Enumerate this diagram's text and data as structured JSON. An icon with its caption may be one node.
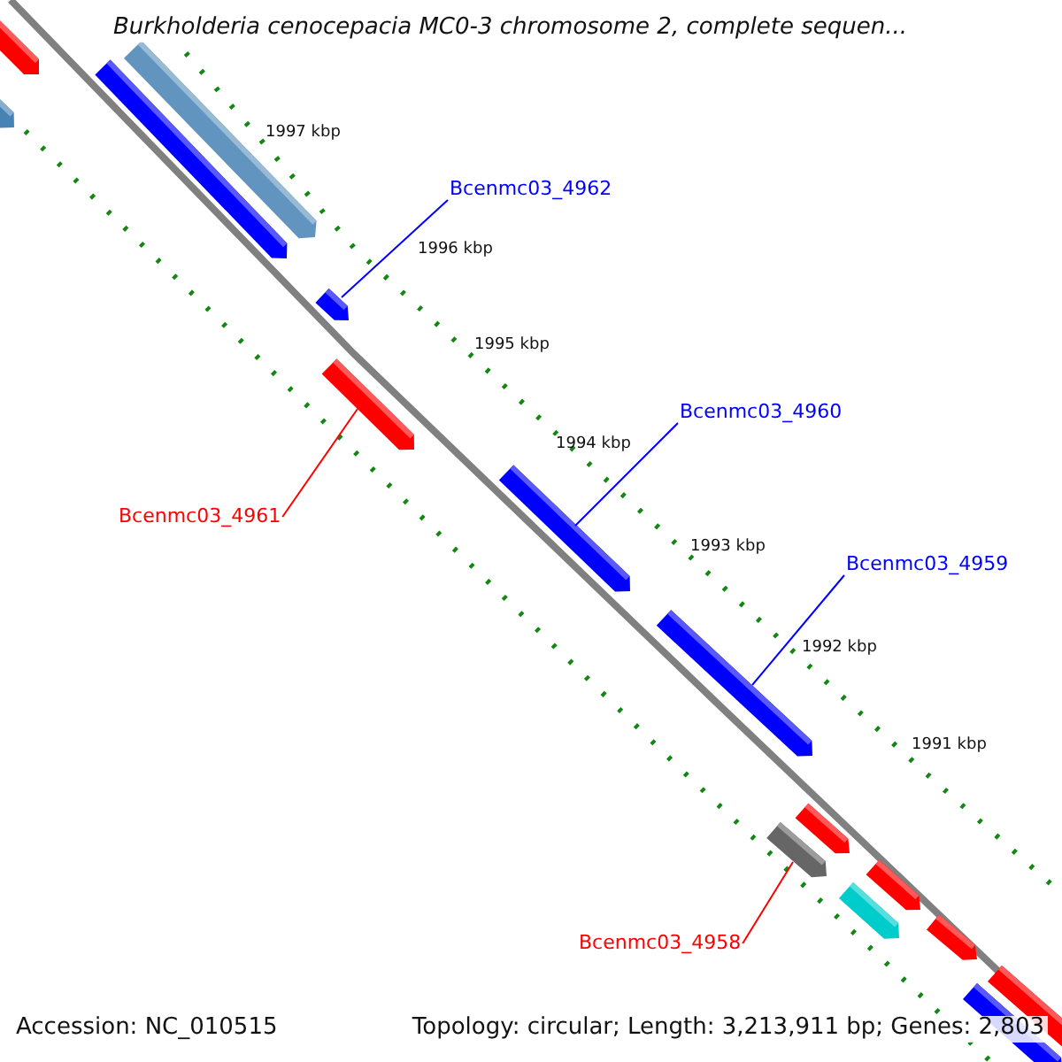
{
  "diagram": {
    "title": "Burkholderia cenocepacia MC0-3 chromosome 2, complete sequen...",
    "nodes": [
      {
        "text": [
          "Bcenmc03_4962"
        ]
      },
      {
        "text": [],
        "shape": "bar"
      },
      {
        "text": [
          "Bcenmc03_4961"
        ]
      },
      {
        "text": [],
        "shape": "bar"
      },
      {
        "text": [
          "Bcenmc03_4960"
        ]
      },
      {
        "text": [],
        "shape": "bar"
      },
      {
        "text": [
          "Bcenmc03_4959"
        ]
      },
      {
        "text": [],
        "shape": "bar"
      },
      {
        "text": [
          "Bcenmc03_4958"
        ]
      },
      {
        "text": [],
        "shape": "bar"
      },
      {
        "text": [],
        "shape": "bar"
      },
      {
        "text": [],
        "shape": "bar"
      },
      {
        "text": [],
        "shape": "bar"
      },
      {
        "text": [],
        "shape": "bar"
      },
      {
        "text": [],
        "shape": "bar"
      },
      {
        "text": [],
        "shape": "bar"
      },
      {
        "text": [],
        "shape": "bar"
      },
      {
        "text": [],
        "shape": "bar"
      },
      {
        "text": [],
        "shape": "bar"
      },
      {
        "text": [],
        "shape": "bar"
      }
    ],
    "edges": [
      {
        "from": 0,
        "to": 1,
        "arrow": "none"
      },
      {
        "from": 2,
        "to": 3,
        "arrow": "none",
        "color": "#ff0000"
      },
      {
        "from": 4,
        "to": 5,
        "arrow": "none"
      },
      {
        "from": 6,
        "to": 7,
        "arrow": "none"
      },
      {
        "from": 8,
        "to": 9,
        "arrow": "none",
        "color": "#ff0000"
      }
    ],
    "labels": [
      "1997 kbp",
      "1996 kbp",
      "1995 kbp",
      "1994 kbp",
      "1993 kbp",
      "1992 kbp",
      "1991 kbp",
      "Accession: NC_010515",
      "Topology: circular; Length: 3,213,911 bp; Genes: 2,803"
    ]
  }
}
